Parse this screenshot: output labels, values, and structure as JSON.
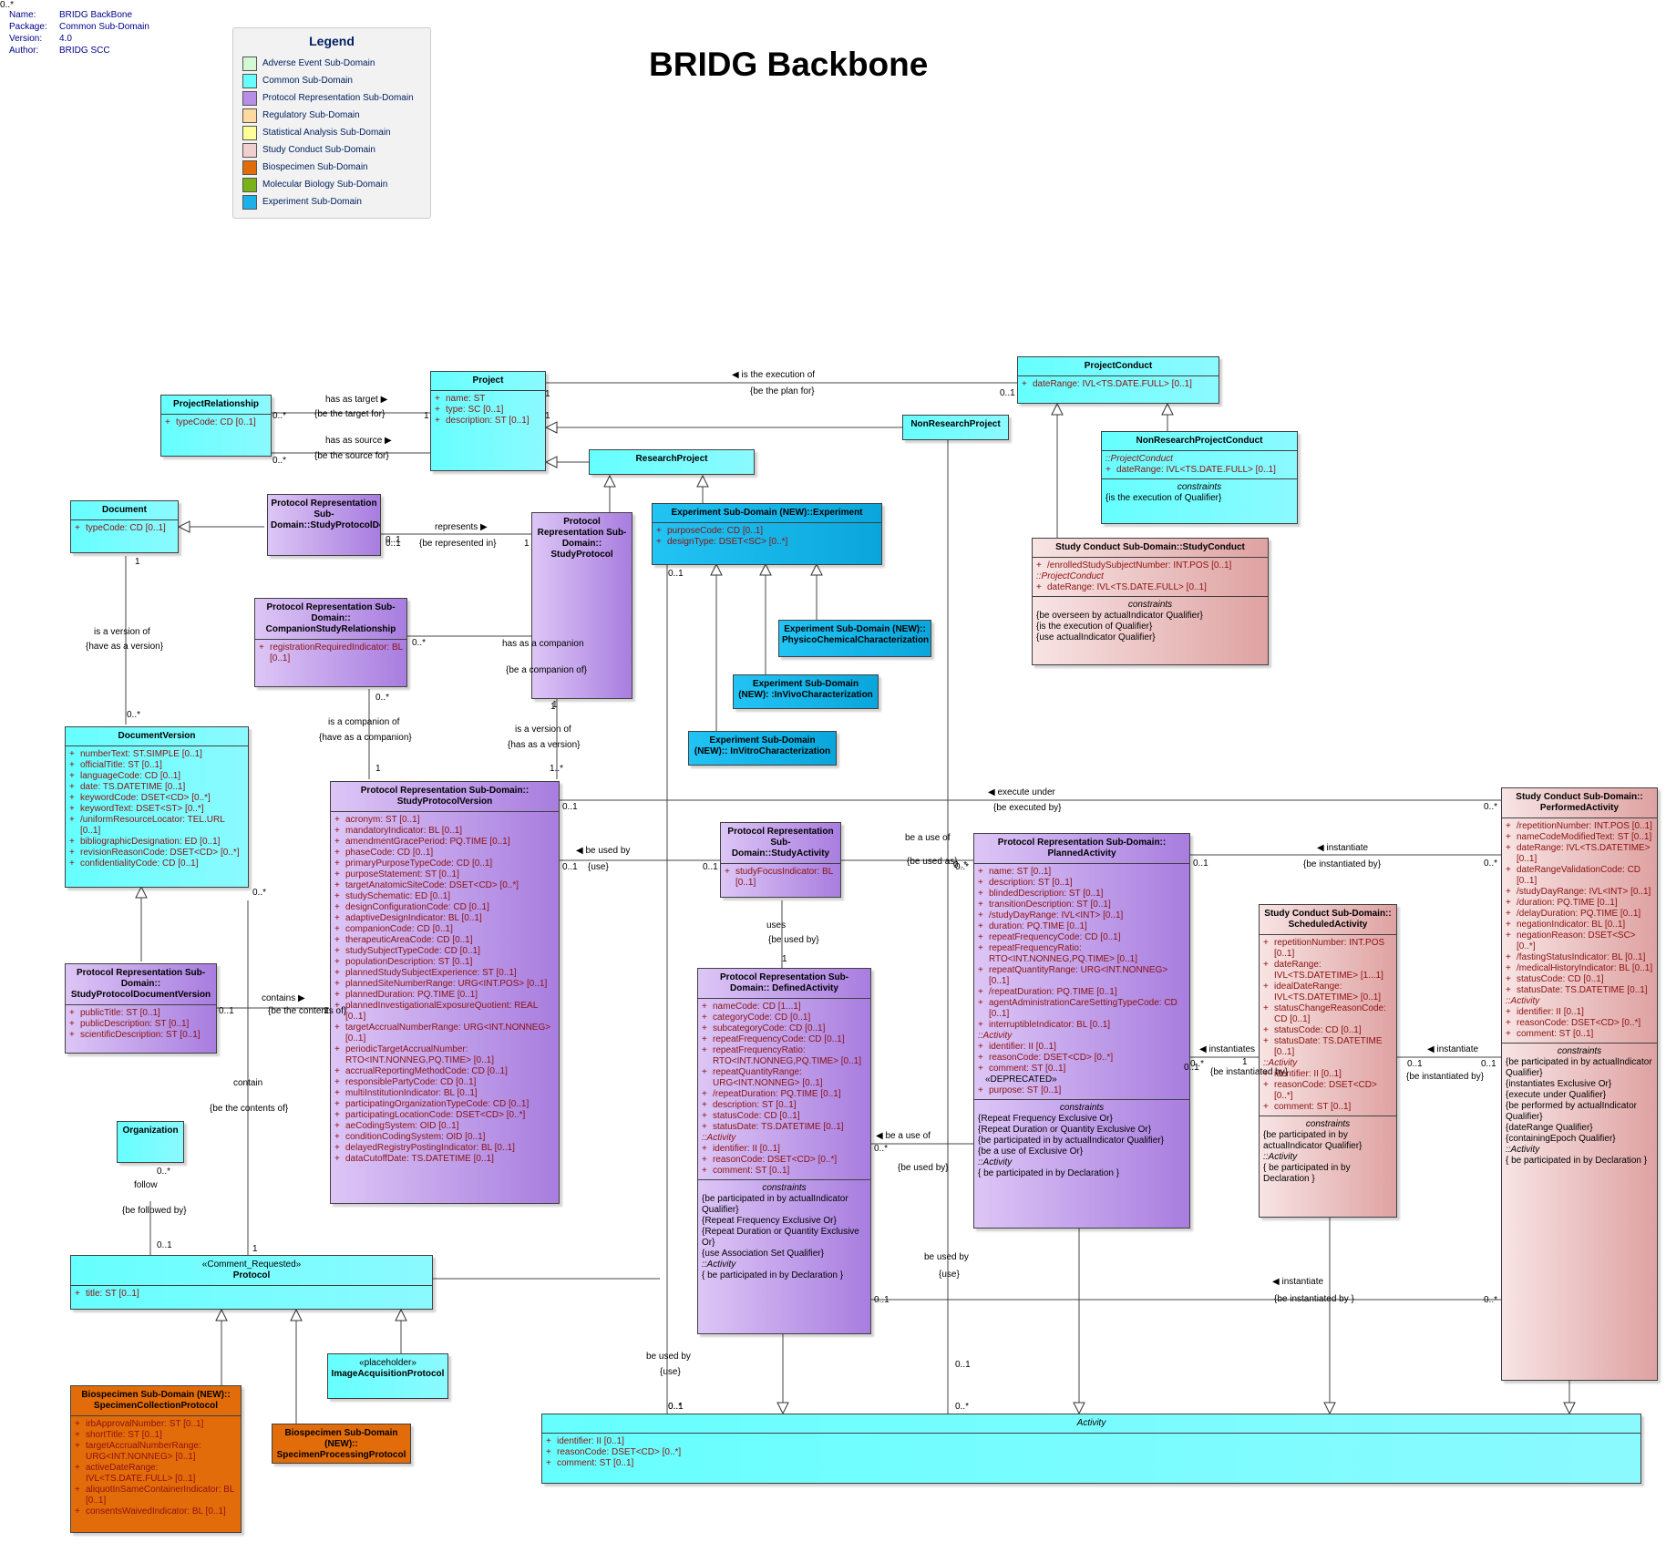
{
  "meta": [
    {
      "key": "Name:",
      "value": "BRIDG BackBone"
    },
    {
      "key": "Package:",
      "value": "Common Sub-Domain"
    },
    {
      "key": "Version:",
      "value": "4.0"
    },
    {
      "key": "Author:",
      "value": "BRIDG SCC"
    }
  ],
  "title": "BRIDG Backbone",
  "legend": {
    "title": "Legend",
    "items": [
      {
        "label": "Adverse Event Sub-Domain",
        "color": "#d4f7d4"
      },
      {
        "label": "Common Sub-Domain",
        "color": "#66ffff"
      },
      {
        "label": "Protocol Representation Sub-Domain",
        "color": "#b98ee8"
      },
      {
        "label": "Regulatory Sub-Domain",
        "color": "#ffd9a0"
      },
      {
        "label": "Statistical Analysis Sub-Domain",
        "color": "#ffff99"
      },
      {
        "label": "Study Conduct Sub-Domain",
        "color": "#f0cfcf"
      },
      {
        "label": "Biospecimen Sub-Domain",
        "color": "#e36c0a"
      },
      {
        "label": "Molecular Biology Sub-Domain",
        "color": "#7ab317"
      },
      {
        "label": "Experiment Sub-Domain",
        "color": "#1ab0e8"
      }
    ]
  },
  "classes": {
    "ProjectRelationship": {
      "name": "ProjectRelationship",
      "attrs": [
        "typeCode: CD [0..1]"
      ]
    },
    "Project": {
      "name": "Project",
      "attrs": [
        "name: ST",
        "type: SC [0..1]",
        "description: ST [0..1]"
      ]
    },
    "ProjectConduct": {
      "name": "ProjectConduct",
      "attrs": [
        "dateRange: IVL<TS.DATE.FULL> [0..1]"
      ]
    },
    "NonResearchProject": {
      "name": "NonResearchProject"
    },
    "NonResearchProjectConduct": {
      "name": "NonResearchProjectConduct",
      "inherited": "::ProjectConduct",
      "attrs": [
        "dateRange: IVL<TS.DATE.FULL> [0..1]"
      ],
      "constraints_title": "constraints",
      "constraints": [
        "{is the execution of Qualifier}"
      ]
    },
    "ResearchProject": {
      "name": "ResearchProject"
    },
    "Document": {
      "name": "Document",
      "attrs": [
        "typeCode: CD [0..1]"
      ]
    },
    "StudyProtocolDocument": {
      "name": "Protocol Representation Sub-Domain::StudyProtocolDocument"
    },
    "StudyProtocol": {
      "name": "Protocol Representation Sub-Domain:: StudyProtocol"
    },
    "Experiment": {
      "name": "Experiment Sub-Domain (NEW)::Experiment",
      "attrs": [
        "purposeCode: CD [0..1]",
        "designType: DSET<SC> [0..*]"
      ]
    },
    "StudyConduct": {
      "name": "Study Conduct Sub-Domain::StudyConduct",
      "attrs": [
        "/enrolledStudySubjectNumber: INT.POS [0..1]"
      ],
      "inherited": "::ProjectConduct",
      "attrs2": [
        "dateRange: IVL<TS.DATE.FULL> [0..1]"
      ],
      "constraints_title": "constraints",
      "constraints": [
        "{be overseen by actualIndicator Qualifier}",
        "{is the execution of Qualifier}",
        "{use actualIndicator Qualifier}"
      ]
    },
    "PhysicoChemical": {
      "name": "Experiment Sub-Domain (NEW):: PhysicoChemicalCharacterization"
    },
    "InVivo": {
      "name": "Experiment Sub-Domain (NEW): :InVivoCharacterization"
    },
    "InVitro": {
      "name": "Experiment Sub-Domain (NEW):: InVitroCharacterization"
    },
    "CompanionStudyRelationship": {
      "name": "Protocol Representation Sub-Domain:: CompanionStudyRelationship",
      "attrs": [
        "registrationRequiredIndicator: BL [0..1]"
      ]
    },
    "DocumentVersion": {
      "name": "DocumentVersion",
      "attrs": [
        "numberText: ST.SIMPLE [0..1]",
        "officialTitle: ST [0..1]",
        "languageCode: CD [0..1]",
        "date: TS.DATETIME [0..1]",
        "keywordCode: DSET<CD> [0..*]",
        "keywordText: DSET<ST> [0..*]",
        "/uniformResourceLocator: TEL.URL [0..1]",
        "bibliographicDesignation: ED [0..1]",
        "revisionReasonCode: DSET<CD> [0..*]",
        "confidentialityCode: CD [0..1]"
      ]
    },
    "StudyProtocolVersion": {
      "name": "Protocol Representation Sub-Domain:: StudyProtocolVersion",
      "attrs": [
        "acronym: ST [0..1]",
        "mandatoryIndicator: BL [0..1]",
        "amendmentGracePeriod: PQ.TIME [0..1]",
        "phaseCode: CD [0..1]",
        "primaryPurposeTypeCode: CD [0..1]",
        "purposeStatement: ST [0..1]",
        "targetAnatomicSiteCode: DSET<CD> [0..*]",
        "studySchematic: ED [0..1]",
        "designConfigurationCode: CD [0..1]",
        "adaptiveDesignIndicator: BL [0..1]",
        "companionCode: CD [0..1]",
        "therapeuticAreaCode: CD [0..1]",
        "studySubjectTypeCode: CD [0..1]",
        "populationDescription: ST [0..1]",
        "plannedStudySubjectExperience: ST [0..1]",
        "plannedSiteNumberRange: URG<INT.POS> [0..1]",
        "plannedDuration: PQ.TIME [0..1]",
        "plannedInvestigationalExposureQuotient: REAL [0..1]",
        "targetAccrualNumberRange: URG<INT.NONNEG> [0..1]",
        "periodicTargetAccrualNumber: RTO<INT.NONNEG,PQ.TIME> [0..1]",
        "accrualReportingMethodCode: CD [0..1]",
        "responsiblePartyCode: CD [0..1]",
        "multiInstitutionIndicator: BL [0..1]",
        "participatingOrganizationTypeCode: CD [0..1]",
        "participatingLocationCode: DSET<CD> [0..*]",
        "aeCodingSystem: OID [0..1]",
        "conditionCodingSystem: OID [0..1]",
        "delayedRegistryPostingIndicator: BL [0..1]",
        "dataCutoffDate: TS.DATETIME [0..1]"
      ]
    },
    "StudyActivity": {
      "name": "Protocol Representation Sub-Domain::StudyActivity",
      "attrs": [
        "studyFocusIndicator: BL [0..1]"
      ]
    },
    "PlannedActivity": {
      "name": "Protocol Representation Sub-Domain:: PlannedActivity",
      "attrs": [
        "name: ST [0..1]",
        "description: ST [0..1]",
        "blindedDescription: ST [0..1]",
        "transitionDescription: ST [0..1]",
        "/studyDayRange: IVL<INT> [0..1]",
        "duration: PQ.TIME [0..1]",
        "repeatFrequencyCode: CD [0..1]",
        "repeatFrequencyRatio: RTO<INT.NONNEG,PQ.TIME> [0..1]",
        "repeatQuantityRange: URG<INT.NONNEG> [0..1]",
        "/repeatDuration: PQ.TIME [0..1]",
        "agentAdministrationCareSettingTypeCode: CD [0..1]",
        "interruptibleIndicator: BL [0..1]"
      ],
      "inherited": "::Activity",
      "attrs2": [
        "identifier: II [0..1]",
        "reasonCode: DSET<CD> [0..*]",
        "comment: ST [0..1]"
      ],
      "deprecated": "«DEPRECATED»",
      "attrs3": [
        "purpose: ST [0..1]"
      ],
      "constraints_title": "constraints",
      "constraints": [
        "{Repeat Frequency Exclusive Or}",
        "{Repeat Duration or Quantity Exclusive Or}",
        "{be participated in by actualIndicator Qualifier}",
        "{be a use of Exclusive Or}"
      ],
      "inherited2": "::Activity",
      "constraints2": [
        "{ be participated in by Declaration }"
      ]
    },
    "ScheduledActivity": {
      "name": "Study Conduct Sub-Domain:: ScheduledActivity",
      "attrs": [
        "repetitionNumber: INT.POS [0..1]",
        "dateRange: IVL<TS.DATETIME> [1...1]",
        "idealDateRange: IVL<TS.DATETIME> [0..1]",
        "statusChangeReasonCode: CD [0..1]",
        "statusCode: CD [0..1]",
        "statusDate: TS.DATETIME [0..1]"
      ],
      "inherited": "::Activity",
      "attrs2": [
        "identifier: II [0..1]",
        "reasonCode: DSET<CD> [0..*]",
        "comment: ST [0..1]"
      ],
      "constraints_title": "constraints",
      "constraints": [
        "{be participated in by actualIndicator Qualifier}"
      ],
      "inherited2": "::Activity",
      "constraints2": [
        "{ be participated in by Declaration }"
      ]
    },
    "PerformedActivity": {
      "name": "Study Conduct Sub-Domain:: PerformedActivity",
      "attrs": [
        "/repetitionNumber: INT.POS [0..1]",
        "nameCodeModifiedText: ST [0..1]",
        "dateRange: IVL<TS.DATETIME> [0..1]",
        "dateRangeValidationCode: CD [0..1]",
        "/studyDayRange: IVL<INT> [0..1]",
        "/duration: PQ.TIME [0..1]",
        "/delayDuration: PQ.TIME [0..1]",
        "negationIndicator: BL [0..1]",
        "negationReason: DSET<SC> [0..*]",
        "/fastingStatusIndicator: BL [0..1]",
        "/medicalHistoryIndicator: BL [0..1]",
        "statusCode: CD [0..1]",
        "statusDate: TS.DATETIME [0..1]"
      ],
      "inherited": "::Activity",
      "attrs2": [
        "identifier: II [0..1]",
        "reasonCode: DSET<CD> [0..*]",
        "comment: ST [0..1]"
      ],
      "constraints_title": "constraints",
      "constraints": [
        "{be participated in by actualIndicator Qualifier}",
        "{instantiates Exclusive Or}",
        "{execute under Qualifier}",
        "{be performed by actualIndicator Qualifier}",
        "{dateRange Qualifier}",
        "{containingEpoch Qualifier}"
      ],
      "inherited2": "::Activity",
      "constraints2": [
        "{ be participated in by Declaration }"
      ]
    },
    "DefinedActivity": {
      "name": "Protocol Representation Sub-Domain:: DefinedActivity",
      "attrs": [
        "nameCode: CD [1...1]",
        "categoryCode: CD [0..1]",
        "subcategoryCode: CD [0..1]",
        "repeatFrequencyCode: CD [0..1]",
        "repeatFrequencyRatio: RTO<INT.NONNEG,PQ.TIME> [0..1]",
        "repeatQuantityRange: URG<INT.NONNEG> [0..1]",
        "/repeatDuration: PQ.TIME [0..1]",
        "description: ST [0..1]",
        "statusCode: CD [0..1]",
        "statusDate: TS.DATETIME [0..1]"
      ],
      "inherited": "::Activity",
      "attrs2": [
        "identifier: II [0..1]",
        "reasonCode: DSET<CD> [0..*]",
        "comment: ST [0..1]"
      ],
      "constraints_title": "constraints",
      "constraints": [
        "{be participated in by actualIndicator Qualifier}",
        "{Repeat Frequency Exclusive Or}",
        "{Repeat Duration or Quantity Exclusive Or}",
        "{use Association Set Qualifier}"
      ],
      "inherited2": "::Activity",
      "constraints2": [
        "{ be participated in by Declaration }"
      ]
    },
    "StudyProtocolDocumentVersion": {
      "name": "Protocol Representation Sub-Domain:: StudyProtocolDocumentVersion",
      "attrs": [
        "publicTitle: ST [0..1]",
        "publicDescription: ST [0..1]",
        "scientificDescription: ST [0..1]"
      ]
    },
    "Organization": {
      "name": "Organization"
    },
    "Protocol": {
      "stereo": "«Comment_Requested»",
      "name": "Protocol",
      "attrs": [
        "title: ST [0..1]"
      ]
    },
    "ImageAcquisitionProtocol": {
      "stereo": "«placeholder»",
      "name": "ImageAcquisitionProtocol"
    },
    "SpecimenCollectionProtocol": {
      "name": "Biospecimen Sub-Domain (NEW):: SpecimenCollectionProtocol",
      "attrs": [
        "irbApprovalNumber: ST [0..1]",
        "shortTitle: ST [0..1]",
        "targetAccrualNumberRange: URG<INT.NONNEG> [0..1]",
        "activeDateRange: IVL<TS.DATE.FULL> [0..1]",
        "aliquotInSameContainerIndicator: BL [0..1]",
        "consentsWaivedIndicator: BL [0..1]"
      ]
    },
    "SpecimenProcessingProtocol": {
      "name": "Biospecimen Sub-Domain (NEW):: SpecimenProcessingProtocol"
    },
    "Activity": {
      "name": "Activity",
      "attrs": [
        "identifier: II [0..1]",
        "reasonCode: DSET<CD> [0..*]",
        "comment: ST [0..1]"
      ]
    }
  },
  "labels": [
    "has as target ▶",
    "{be the target for}",
    "has as source ▶",
    "{be the source for}",
    "◀ is the execution of",
    "{be the plan for}",
    "represents ▶",
    "{be represented in}",
    "is a version of",
    "{have as a version}",
    "has as a companion",
    "{be a companion of}",
    "is a companion of",
    "{have as a companion}",
    "is a version of",
    "{has as a version}",
    "◀ execute under",
    "{be executed by}",
    "◀ be used by",
    "{use}",
    "be a use of",
    "{be used as}",
    "◀ instantiate",
    "{be instantiated by}",
    "uses",
    "{be used by}",
    "contains ▶",
    "{be the contents of}",
    "contain",
    "{be the contents of}",
    "follow",
    "{be followed by}",
    "◀ instantiates",
    "{be instantiated by}",
    "◀ instantiate",
    "{be instantiated by}",
    "◀ be a use of",
    "{be used by}",
    "be used by",
    "{use}",
    "◀ instantiate",
    "{be instantiated by }",
    "be used by",
    "{use}",
    "1",
    "0..*",
    "1",
    "0..*",
    "0..1",
    "1",
    "0..1",
    "0..1",
    "1",
    "0..1",
    "1",
    "0..*",
    "0..*",
    "1",
    "0..*",
    "1",
    "1",
    "1..*",
    "0..1",
    "0..*",
    "0..1",
    "0..1",
    "0..*",
    "0..*",
    "1",
    "0..1",
    "0..*",
    "0..1",
    "1",
    "0..*",
    "1",
    "0..*",
    "0..1",
    "0..*",
    "0..1",
    "1",
    "0..1",
    "0..1",
    "0..*",
    "0..1",
    "0..*",
    "0..1",
    "0..1",
    "0..*",
    "0..*",
    "0..*"
  ]
}
